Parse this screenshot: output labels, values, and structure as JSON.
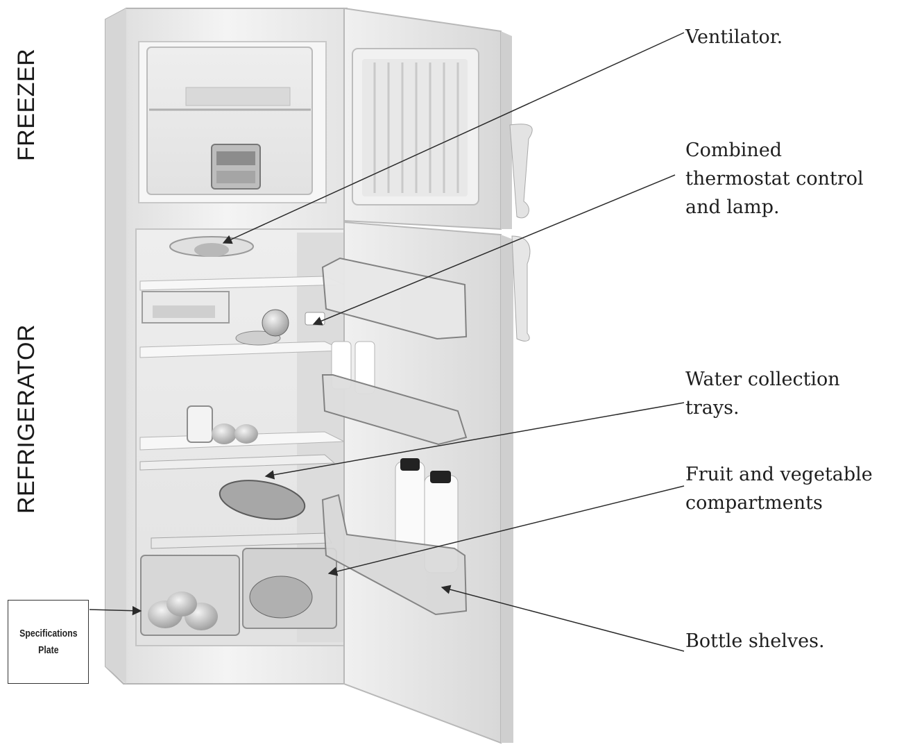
{
  "side_labels": {
    "freezer": "FREEZER",
    "refrigerator": "REFRIGERATOR"
  },
  "callouts": {
    "ventilator": "Ventilator.",
    "thermostat": "Combined\nthermostat control\nand lamp.",
    "water_trays": "Water collection\ntrays.",
    "fruit_veg": "Fruit and vegetable\ncompartments",
    "bottle_shelves": "Bottle shelves."
  },
  "spec_plate": "Specifications\nPlate",
  "colors": {
    "leader_line": "#2a2a2a",
    "cabinet": "#f2f2f2",
    "cabinet_edge": "#bdbdbd",
    "interior": "#e6e6e6",
    "text": "#1e1e1e"
  }
}
